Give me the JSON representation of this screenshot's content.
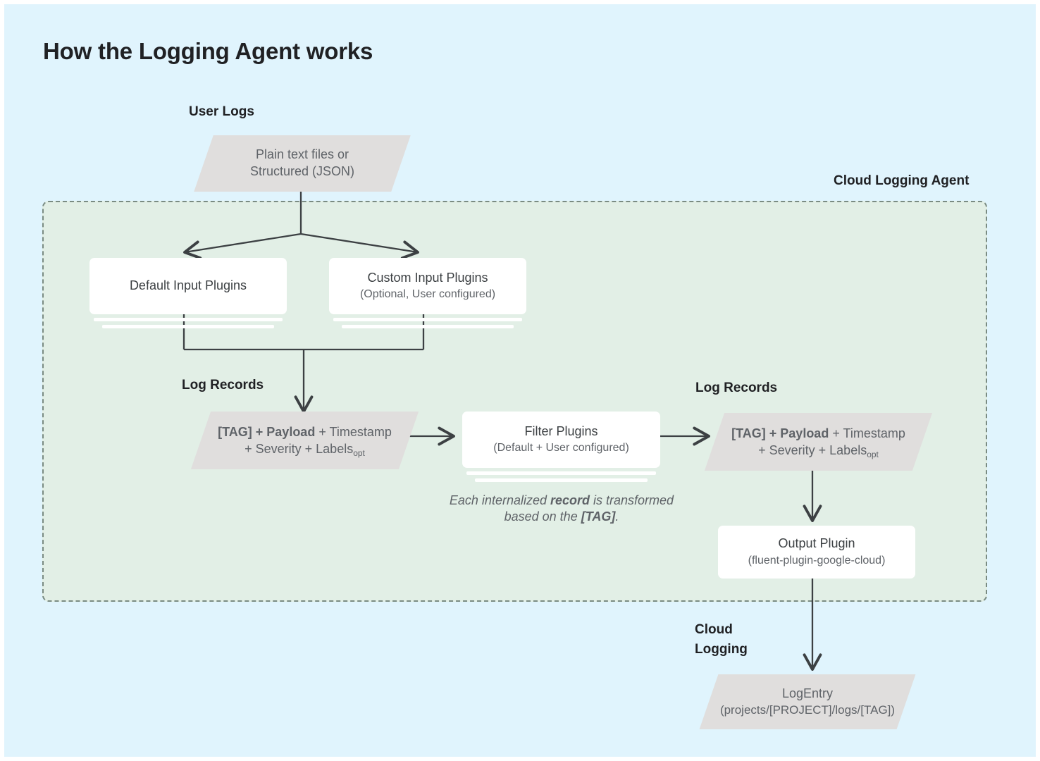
{
  "title": "How the Logging Agent works",
  "colors": {
    "background": "#e0f4fd",
    "agent_panel": "#e2efe6",
    "parallelogram": "#e0dedd",
    "card": "#ffffff",
    "stroke": "#3c4043",
    "text_dark": "#202124",
    "text_muted": "#5f6368"
  },
  "labels": {
    "user_logs": "User Logs",
    "cloud_logging_agent": "Cloud Logging Agent",
    "log_records_left": "Log Records",
    "log_records_right": "Log Records",
    "cloud_logging_line1": "Cloud",
    "cloud_logging_line2": "Logging"
  },
  "nodes": {
    "user_logs_source": {
      "line1": "Plain text files or",
      "line2": "Structured (JSON)"
    },
    "default_input_plugins": {
      "title": "Default Input Plugins",
      "subtitle": ""
    },
    "custom_input_plugins": {
      "title": "Custom Input Plugins",
      "subtitle": "(Optional, User configured)"
    },
    "log_record_left": {
      "seg1": "[TAG] + Payload",
      "seg2": " + Timestamp",
      "seg3": "+ Severity + Labels",
      "seg3_sub": "opt"
    },
    "filter_plugins": {
      "title": "Filter Plugins",
      "subtitle": "(Default + User configured)"
    },
    "filter_note": {
      "part1": "Each internalized ",
      "part2_bold": "record",
      "part3": " is transformed based on the ",
      "part4_bold": "[TAG]",
      "part5": "."
    },
    "log_record_right": {
      "seg1": "[TAG] + Payload",
      "seg2": " + Timestamp",
      "seg3": "+ Severity + Labels",
      "seg3_sub": "opt"
    },
    "output_plugin": {
      "title": "Output Plugin",
      "subtitle": "(fluent-plugin-google-cloud)"
    },
    "log_entry": {
      "title": "LogEntry",
      "subtitle": "(projects/[PROJECT]/logs/[TAG])"
    }
  }
}
